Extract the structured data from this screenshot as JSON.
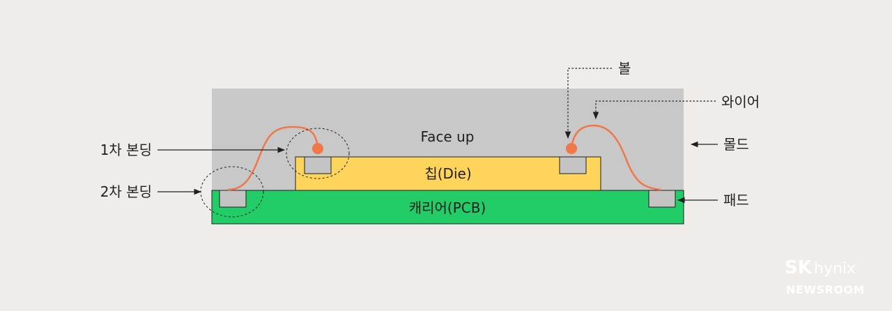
{
  "diagram": {
    "mold_text": "Face up",
    "chip_text": "칩(Die)",
    "carrier_text": "캐리어(PCB)",
    "labels": {
      "first_bonding": "1차 본딩",
      "second_bonding": "2차 본딩",
      "ball": "볼",
      "wire": "와이어",
      "mold": "몰드",
      "pad": "패드"
    }
  },
  "brand": {
    "sk": "SK",
    "hynix": "hynix",
    "newsroom": "NEWSROOM"
  },
  "colors": {
    "background": "#efece9",
    "mold": "#c8c8c8",
    "chip": "#ffd45b",
    "carrier": "#22cc66",
    "pad": "#c4c4c4",
    "wire": "#f07848",
    "ball": "#f07848"
  }
}
